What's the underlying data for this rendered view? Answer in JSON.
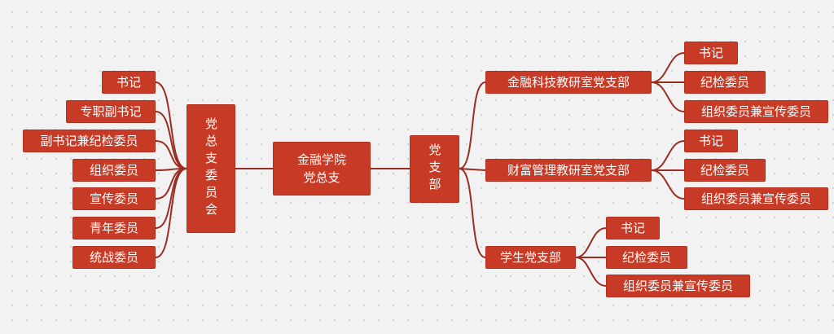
{
  "root": "金融学院\n党总支",
  "left_branch": {
    "label": "党总支委员会",
    "members": [
      "书记",
      "专职副书记",
      "副书记兼纪检委员",
      "组织委员",
      "宣传委员",
      "青年委员",
      "统战委员"
    ]
  },
  "right_branch": {
    "label": "党支部",
    "branches": [
      {
        "label": "金融科技教研室党支部",
        "members": [
          "书记",
          "纪检委员",
          "组织委员兼宣传委员"
        ]
      },
      {
        "label": "财富管理教研室党支部",
        "members": [
          "书记",
          "纪检委员",
          "组织委员兼宣传委员"
        ]
      },
      {
        "label": "学生党支部",
        "members": [
          "书记",
          "纪检委员",
          "组织委员兼宣传委员"
        ]
      }
    ]
  },
  "colors": {
    "node_fill": "#c73a25",
    "connector": "#9a2d22",
    "background": "#f3f2f2"
  }
}
